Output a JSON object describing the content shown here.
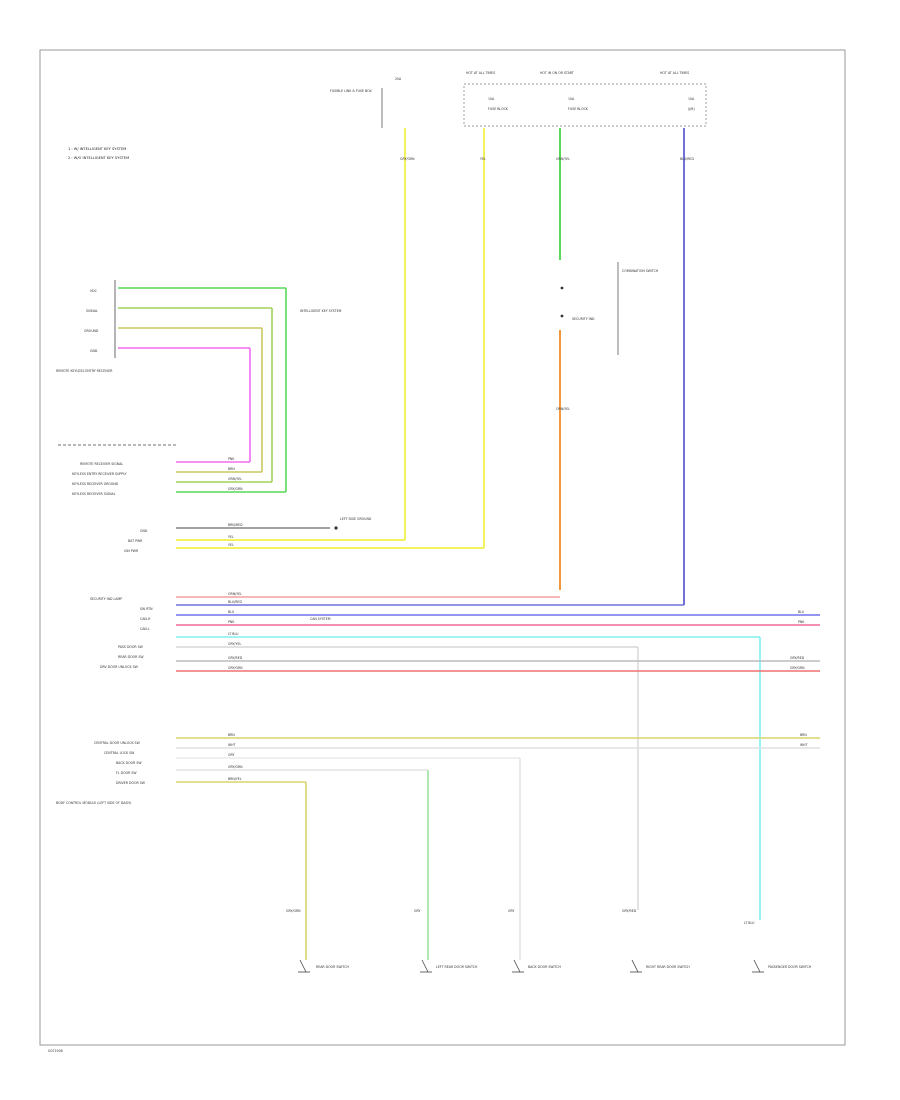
{
  "diagram": {
    "footer_code": "G071908",
    "notes": [
      "1 : W/ INTELLIGENT KEY SYSTEM",
      "2 : W/O INTELLIGENT KEY SYSTEM"
    ],
    "top_sources": {
      "fuse_block_label": "FUSIBLE LINK & FUSE BOX",
      "fuse_20a": "20A",
      "fuse_box_labels": [
        "HOT AT ALL TIMES",
        "HOT IN ON OR START",
        "HOT AT ALL TIMES"
      ],
      "fuse_ratings": [
        "10A",
        "10A",
        "10A"
      ],
      "fuse_box_ids": [
        "FUSE BLOCK",
        "FUSE BLOCK",
        "(J/B)"
      ]
    },
    "combination_switch": {
      "title": "COMBINATION SWITCH",
      "sub": "SECURITY IND"
    },
    "remote_receiver": {
      "title": "REMOTE KEYLESS ENTRY RECEIVER",
      "pins": [
        "VDC",
        "SIGNAL",
        "GROUND",
        "GND"
      ],
      "target": "INTELLIGENT KEY SYSTEM"
    },
    "bcm_group1": {
      "labels": [
        "REMOTE RECEIVER SIGNAL",
        "KEYLESS ENTRY RECEIVER SUPPLY",
        "KEYLESS RECEIVER GROUND",
        "KEYLESS RECEIVER SIGNAL"
      ],
      "wire_colors": [
        "PNK",
        "BRN",
        "GRN/YEL",
        "GRY/GRN"
      ]
    },
    "bcm_group2": {
      "labels": [
        "GND",
        "BAT PWR",
        "IGN PWR"
      ],
      "wire_colors": [
        "BRN/RED",
        "YEL",
        "YEL"
      ],
      "ground_label": "LEFT SIDE GROUND"
    },
    "bcm_group3": {
      "labels": [
        "SECURITY IND LAMP",
        "SW RTN",
        "CAN-H",
        "CAN-L",
        "PASS DOOR SW",
        "REAR DOOR SW",
        "DRV DOOR UNLOCK SW"
      ],
      "wire_colors": [
        "ORN/YEL",
        "BLU/RED",
        "BLU",
        "PNK",
        "LT BLU",
        "GRY/YEL",
        "GRY/RED",
        "GRY/GRN"
      ],
      "right_labels": [
        "BLU",
        "PNK",
        "GRY/RED",
        "GRY/GRN"
      ],
      "mid_note": "CAN SYSTEM"
    },
    "bcm_group4": {
      "labels": [
        "CENTRAL DOOR UNLOCK SW",
        "CENTRAL LOCK SW",
        "BACK DOOR SW",
        "FL DOOR SW",
        "DRIVER DOOR SW"
      ],
      "wire_colors": [
        "BRN",
        "WHT",
        "GRY",
        "GRY/GRN",
        "BRN/YEL"
      ],
      "right_labels": [
        "BRN",
        "WHT"
      ],
      "module_label": "BODY CONTROL MODULE (LEFT SIDE OF DASH)"
    },
    "door_switches": [
      {
        "name": "REAR DOOR SWITCH",
        "wire": "GRY/GRN"
      },
      {
        "name": "LEFT REAR DOOR SWITCH",
        "wire": "GRY"
      },
      {
        "name": "BACK DOOR SWITCH",
        "wire": "GRY"
      },
      {
        "name": "RIGHT REAR DOOR SWITCH",
        "wire": "GRY/RED"
      },
      {
        "name": "PASSENGER DOOR SWITCH",
        "wire": "LT BLU"
      }
    ],
    "vertical_wire_labels": [
      "GRY/GRN",
      "YEL",
      "GRN/YEL",
      "BLU/RED",
      "ORN/YEL"
    ]
  }
}
